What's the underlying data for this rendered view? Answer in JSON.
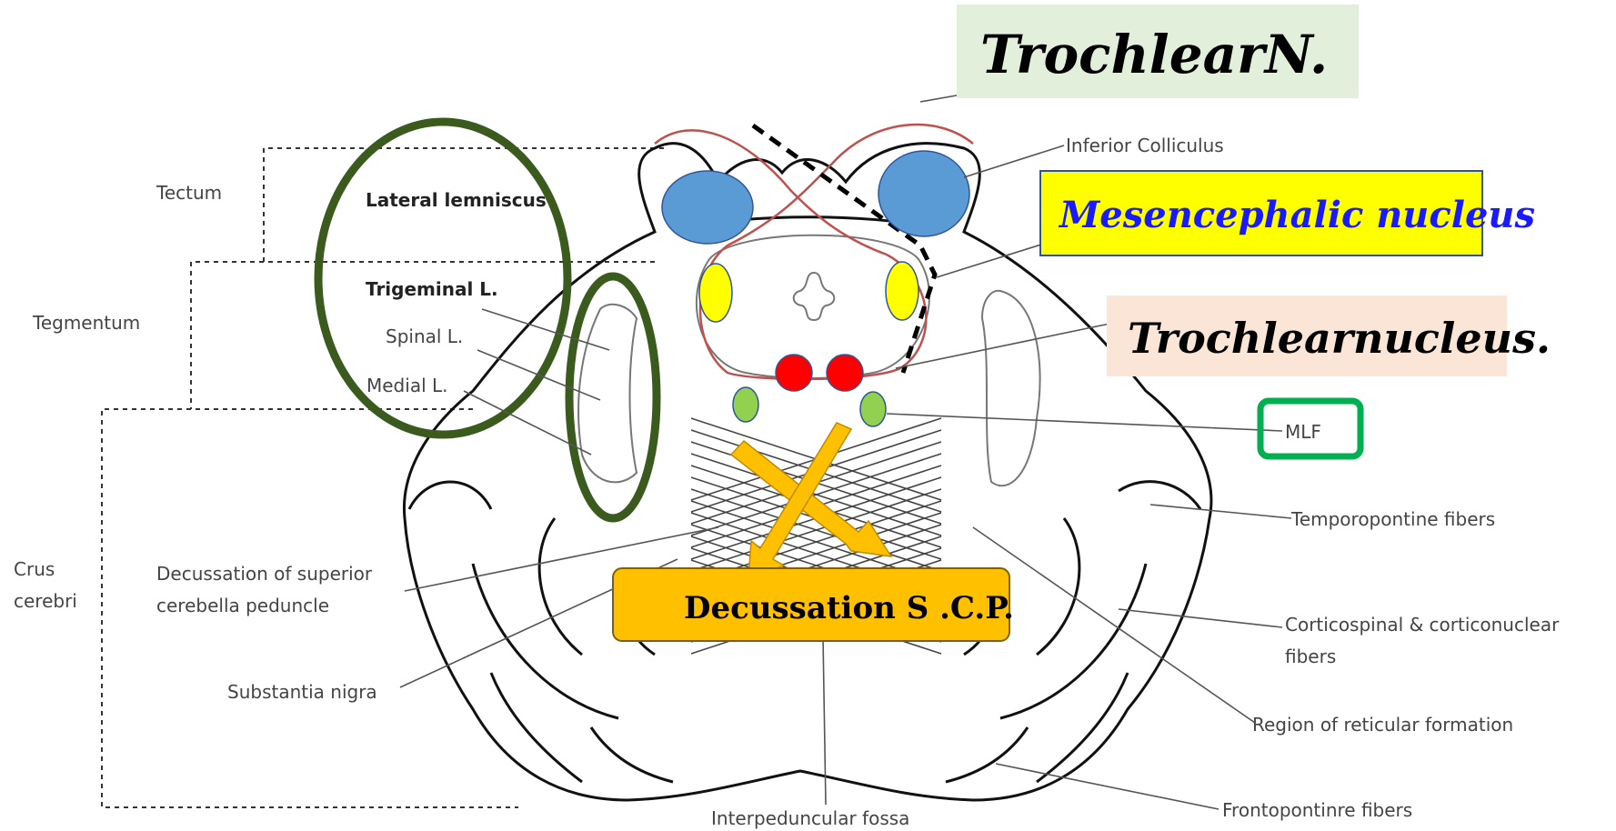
{
  "labels": {
    "tectum": "Tectum",
    "tegmentum": "Tegmentum",
    "crus_line1": "Crus",
    "crus_line2": "cerebri",
    "lateral_lemniscus": "Lateral lemniscus",
    "trigeminal_l": "Trigeminal L.",
    "spinal_l": "Spinal L.",
    "medial_l": "Medial L.",
    "decussation_scp_line1": "Decussation of superior",
    "decussation_scp_line2": "cerebella peduncle",
    "substantia_nigra": "Substantia nigra",
    "interpeduncular_fossa": "Interpeduncular fossa",
    "inferior_colliculus": "Inferior Colliculus",
    "mlf": "MLF",
    "temporopontine": "Temporopontine fibers",
    "corticospinal_line1": "Corticospinal & corticonuclear",
    "corticospinal_line2": "fibers",
    "reticular": "Region of reticular formation",
    "frontopontine": "Frontopontinre fibers"
  },
  "callouts": {
    "trochlear_n": "TrochlearN.",
    "mesencephalic": "Mesencephalic nucleus",
    "trochlear_nucleus": "Trochlearnucleus.",
    "decussation_box": "Decussation S .C.P."
  },
  "colors": {
    "trochlear_n_bg": "#e2efda",
    "mesencephalic_bg": "#ffff00",
    "mesencephalic_text": "#1a1aff",
    "trochlear_nucleus_bg": "#fbe5d6",
    "decussation_bg": "#ffc000",
    "arrow_fill": "#ffc000",
    "colliculus_fill": "#5b9bd5",
    "mesencephalic_dots": "#ffff00",
    "trochlear_dots": "#ff0000",
    "mlf_dots": "#92d050",
    "mlf_box": "#00b050",
    "lemniscus_rings": "#3a5a1e",
    "nerve_outline": "#c0504d"
  }
}
